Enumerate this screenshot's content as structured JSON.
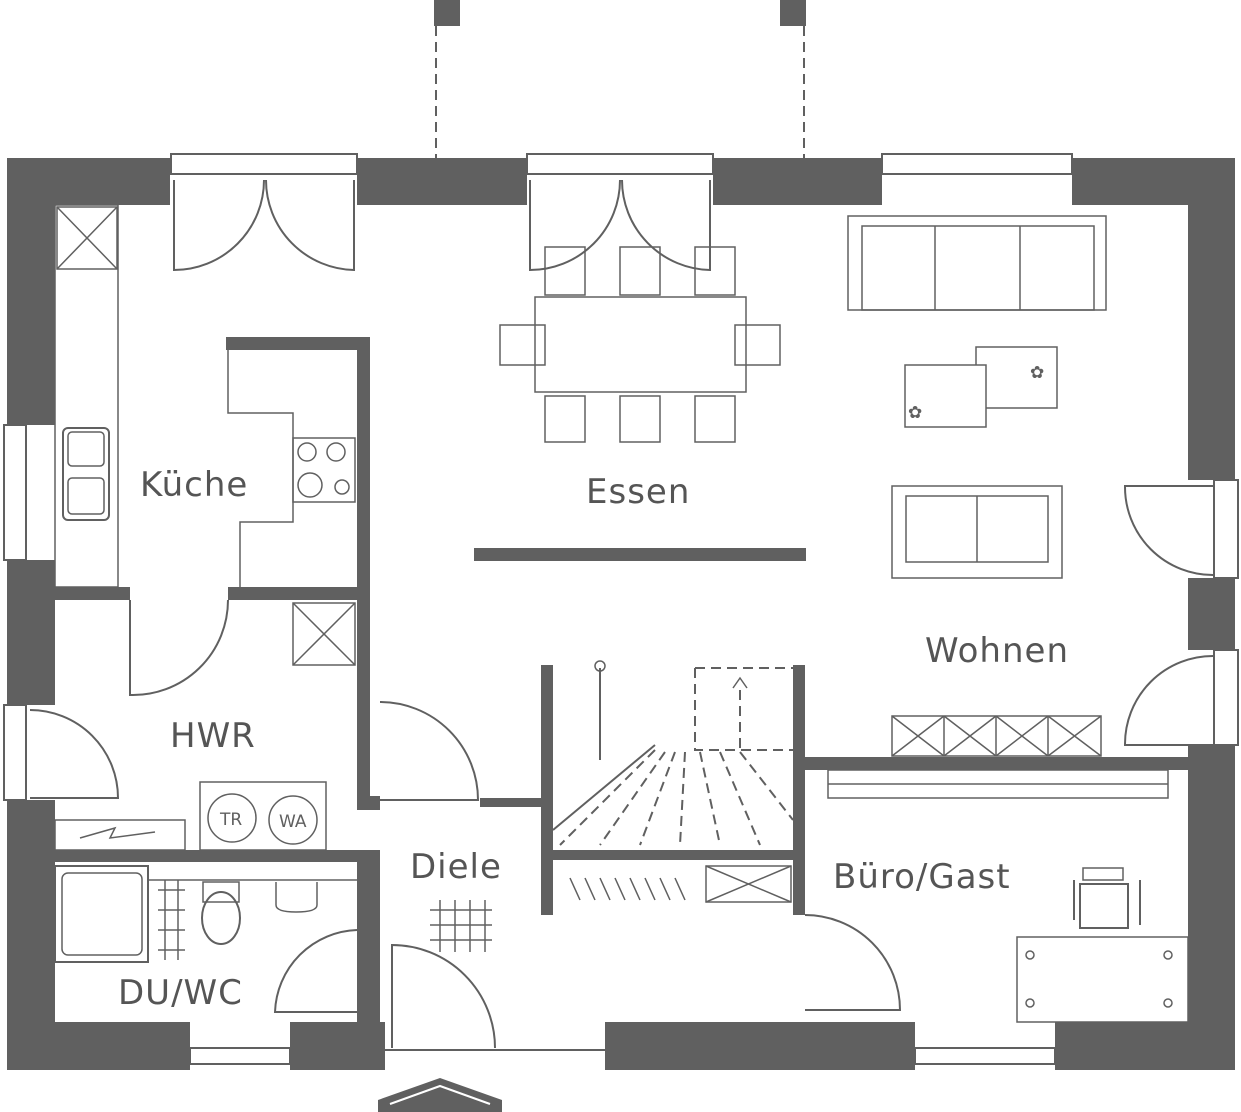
{
  "plan": {
    "rooms": {
      "kueche": "Küche",
      "essen": "Essen",
      "wohnen": "Wohnen",
      "hwr": "HWR",
      "diele": "Diele",
      "buero": "Büro/Gast",
      "duwc": "DU/WC"
    },
    "appliances": {
      "dryer": "TR",
      "washer": "WA"
    },
    "colors": {
      "wall": "#606060",
      "background": "#ffffff"
    }
  }
}
